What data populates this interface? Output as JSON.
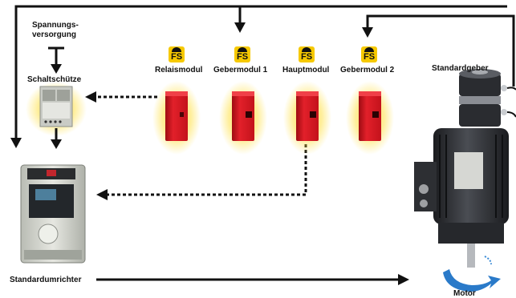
{
  "labels": {
    "power_supply_line1": "Spannungs-",
    "power_supply_line2": "versorgung",
    "contactor": "Schaltschütze",
    "relay_module": "Relaismodul",
    "encoder_module_1": "Gebermodul 1",
    "main_module": "Hauptmodul",
    "encoder_module_2": "Gebermodul 2",
    "standard_encoder": "Standardgeber",
    "standard_drive": "Standardumrichter",
    "motor": "Motor"
  },
  "badges": {
    "fs_text": "FS",
    "fs_icon": "helmet-fs-icon"
  },
  "colors": {
    "module_red": "#d8141e",
    "glow_yellow": "#ffe14a",
    "badge_yellow": "#f6c900",
    "arrow": "#111111",
    "rotation_blue": "#2a7ac9"
  }
}
